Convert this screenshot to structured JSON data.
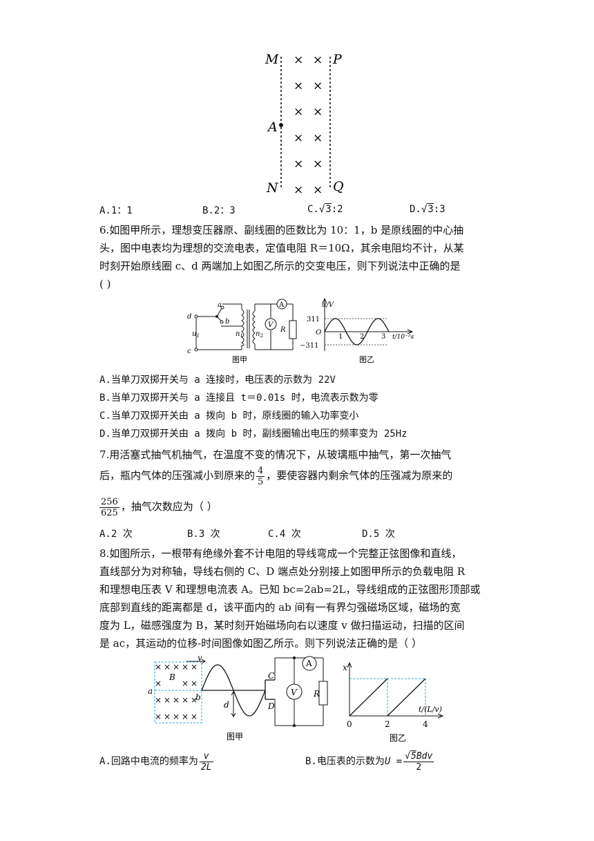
{
  "fig1": {
    "labels": {
      "M": "M",
      "P": "P",
      "A": "A",
      "N": "N",
      "Q": "Q"
    },
    "cross": "×"
  },
  "q5_options": {
    "a": "A.1：1",
    "b": "B.2：3",
    "c_prefix": "C.",
    "c_rad": "3",
    "c_tail": ":2",
    "d_prefix": "D.",
    "d_rad": "3",
    "d_tail": ":3"
  },
  "q6": {
    "lines": [
      "6.如图甲所示，理想变压器原、副线圈的匝数比为 10：1，b 是原线圈的中心抽",
      "头，图中电表均为理想的交流电表，定值电阻 R＝10Ω，其余电阻均不计，从某",
      "时刻开始原线圈 c、d 两端加上如图乙所示的交变电压，则下列说法中正确的是",
      "(      )"
    ],
    "fig_left": {
      "caption": "图甲",
      "labels": {
        "a": "a",
        "b": "b",
        "c": "c",
        "d": "d",
        "u": "u",
        "u_sub": "1",
        "n1": "n",
        "n1_sub": "1",
        "n2": "n",
        "n2_sub": "2",
        "A": "A",
        "V": "V",
        "R": "R"
      }
    },
    "fig_right": {
      "caption": "图乙",
      "ylabel": "u/V",
      "xlabel": "t/10⁻²s",
      "origin": "O",
      "ytick_pos": "311",
      "ytick_neg": "−311",
      "xticks": [
        "1",
        "2",
        "3"
      ]
    },
    "options": [
      "A.当单刀双掷开关与 a 连接时，电压表的示数为 22V",
      "B.当单刀双掷开关与 a 连接且 t＝0.01s 时，电流表示数为零",
      "C.当单刀双掷开关由 a 拨向 b 时，原线圈的输入功率变小",
      "D.当单刀双掷开关由 a 拨向 b 时，副线圈输出电压的频率变为 25Hz"
    ]
  },
  "q7": {
    "line1": "7.用活塞式抽气机抽气，在温度不变的情况下，从玻璃瓶中抽气，第一次抽气",
    "line2_a": "后，瓶内气体的压强减小到原来的",
    "frac1_num": "4",
    "frac1_den": "5",
    "line2_b": "，要使容器内剩余气体的压强减为原来的",
    "frac2_num": "256",
    "frac2_den": "625",
    "line3_b": "，抽气次数应为（    ）",
    "options": [
      "A.2 次",
      "B.3 次",
      "C.4 次",
      "D.5 次"
    ]
  },
  "q8": {
    "lines": [
      "8.如图所示，一根带有绝缘外套不计电阻的导线弯成一个完整正弦图像和直线，",
      "直线部分为对称轴，导线右侧的 C、D 端点处分别接上如图甲所示的负载电阻 R",
      "和理想电压表 V 和理想电流表 A。已知 bc=2ab=2L，导线组成的正弦图形顶部或",
      "底部到直线的距离都是 d，该平面内的 ab 间有一有界匀强磁场区域，磁场的宽",
      "度为 L，磁感强度为 B，某时刻开始磁场向右以速度 v 做扫描运动，扫描的区间",
      "是 ac，其运动的位移-时间图像如图乙所示。则下列说法正确的是（    ）"
    ],
    "fig_left": {
      "caption": "图甲",
      "labels": {
        "B": "B",
        "v": "v",
        "a": "a",
        "b": "b",
        "C": "C",
        "D": "D",
        "d": "d",
        "A": "A",
        "V": "V",
        "R": "R"
      }
    },
    "fig_right": {
      "caption": "图乙",
      "ylabel": "x",
      "xlabel": "t/(L/v)",
      "xticks": [
        "0",
        "2",
        "4"
      ]
    },
    "opt_a_prefix": "A.回路中电流的频率为",
    "opt_a_num": "v",
    "opt_a_den": "2L",
    "opt_b_prefix": "B.电压表的示数为",
    "opt_b_lhs": "U =",
    "opt_b_rad": "5",
    "opt_b_num_tail": "Bdv",
    "opt_b_den": "2"
  }
}
